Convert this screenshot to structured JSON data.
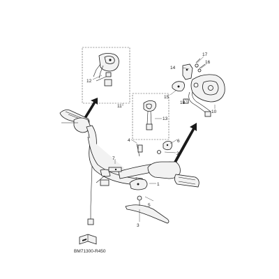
{
  "diagram": {
    "callouts": {
      "c1": "1",
      "c2": "2",
      "c3": "3",
      "c4": "4",
      "c5": "5",
      "c6": "6",
      "c7": "7",
      "c10": "10",
      "c11": "11",
      "c12": "12",
      "c13": "13",
      "c14": "14",
      "c15": "15",
      "c16": "16",
      "c17": "17",
      "c18": "18"
    },
    "figure_code": "BM71300-R450",
    "colors": {
      "line": "#1a1a1a",
      "arrow": "#1a1a1a",
      "fill": "#f2f2f2"
    }
  }
}
